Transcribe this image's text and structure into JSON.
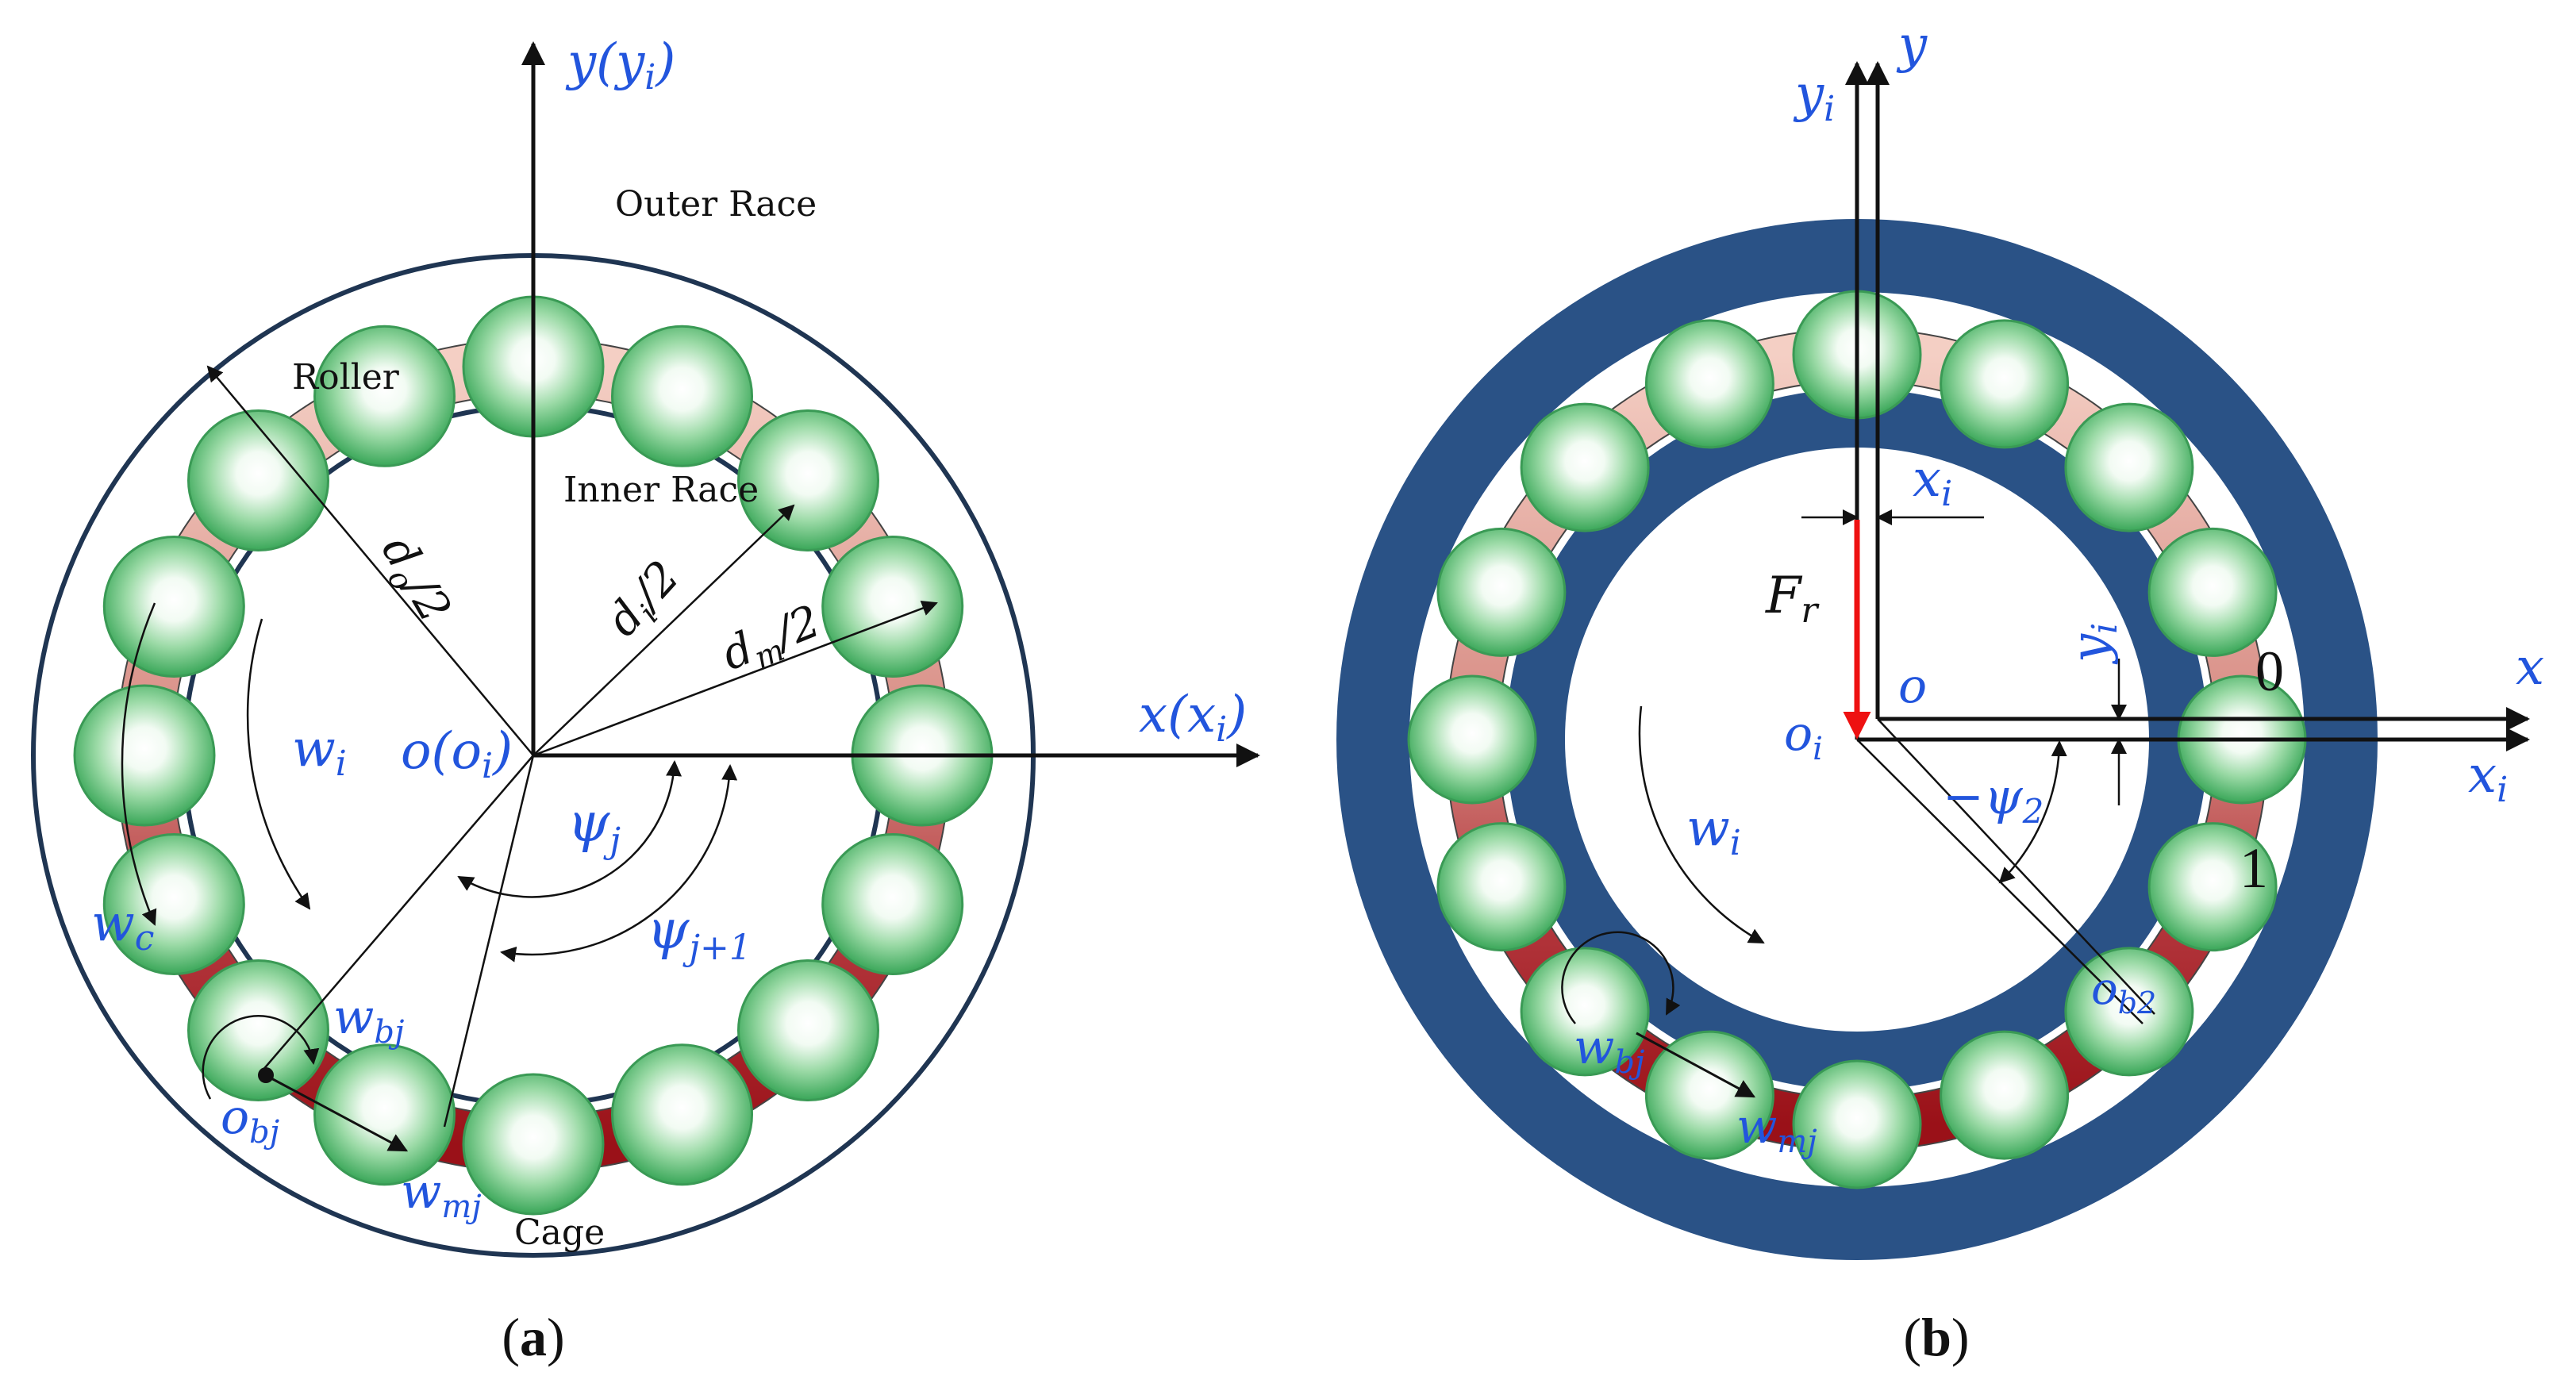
{
  "panel_a": {
    "caption": "(a)",
    "caption_bold": "a",
    "axis_y": "y(y",
    "axis_y_sub": "i",
    "axis_y_close": ")",
    "axis_x": "x(x",
    "axis_x_sub": "i",
    "axis_x_close": ")",
    "outer_race": "Outer Race",
    "inner_race": "Inner Race",
    "roller": "Roller",
    "cage": "Cage",
    "d_o": "d",
    "d_o_sub": "o",
    "d_o_tail": "/2",
    "d_i": "d",
    "d_i_sub": "i",
    "d_i_tail": "/2",
    "d_m": "d",
    "d_m_sub": "m",
    "d_m_tail": "/2",
    "w_i": "w",
    "w_i_sub": "i",
    "origin": "o(o",
    "origin_sub": "i",
    "origin_close": ")",
    "psi_j": "ψ",
    "psi_j_sub": "j",
    "psi_j1": "ψ",
    "psi_j1_sub": "j+1",
    "w_c": "w",
    "w_c_sub": "c",
    "w_bj": "w",
    "w_bj_sub": "bj",
    "o_bj": "o",
    "o_bj_sub": "bj",
    "w_mj": "w",
    "w_mj_sub": "mj"
  },
  "panel_b": {
    "caption": "(b)",
    "caption_bold": "b",
    "axis_y": "y",
    "axis_yi": "y",
    "axis_yi_sub": "i",
    "axis_x": "x",
    "axis_xi": "x",
    "axis_xi_sub": "i",
    "x_i": "x",
    "x_i_sub": "i",
    "y_i": "y",
    "y_i_sub": "i",
    "F_r": "F",
    "F_r_sub": "r",
    "o": "o",
    "o_i": "o",
    "o_i_sub": "i",
    "psi_2": "−ψ",
    "psi_2_sub": "2",
    "w_i": "w",
    "w_i_sub": "i",
    "roller_0": "0",
    "roller_1": "1",
    "o_b2": "o",
    "o_b2_sub": "b2",
    "w_bj": "w",
    "w_bj_sub": "bj",
    "w_mj": "w",
    "w_mj_sub": "mj"
  },
  "colors": {
    "race_blue": "#2a5286",
    "roller_green": "#4db86a",
    "cage_dark": "#a3161b",
    "cage_light": "#f0c3b5",
    "label_blue": "#2255dd",
    "force_red": "#ee1111"
  }
}
